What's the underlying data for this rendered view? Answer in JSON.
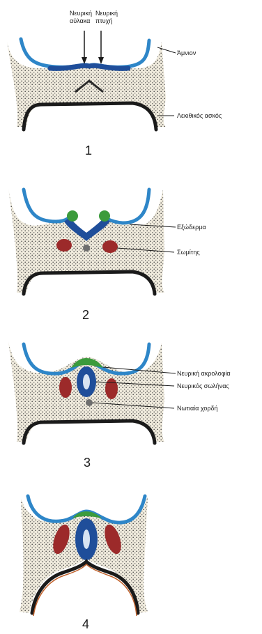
{
  "colors": {
    "amnion_blue": "#2e86c8",
    "neural_plate_blue": "#1f4e9a",
    "neural_fold_green": "#3c9b3c",
    "somite_red": "#9c2a2a",
    "notochord_gray": "#6e6e6e",
    "yolk_sac_black": "#1a1a1a",
    "mesoderm_fill": "#ece8dc"
  },
  "stages": [
    {
      "number": "1",
      "top_labels": [
        {
          "text": "Νευρική αύλακα"
        },
        {
          "text": "Νευρική πτυχή"
        }
      ],
      "labels": [
        "Άμνιον",
        "Λεκιθικός ασκός"
      ]
    },
    {
      "number": "2",
      "labels": [
        "Εξώδερμα",
        "Σωμίτης"
      ]
    },
    {
      "number": "3",
      "labels": [
        "Νευρική ακρολοφία",
        "Νευρικός σωλήνας",
        "Νωτιαία χορδή"
      ]
    },
    {
      "number": "4",
      "labels": []
    }
  ]
}
